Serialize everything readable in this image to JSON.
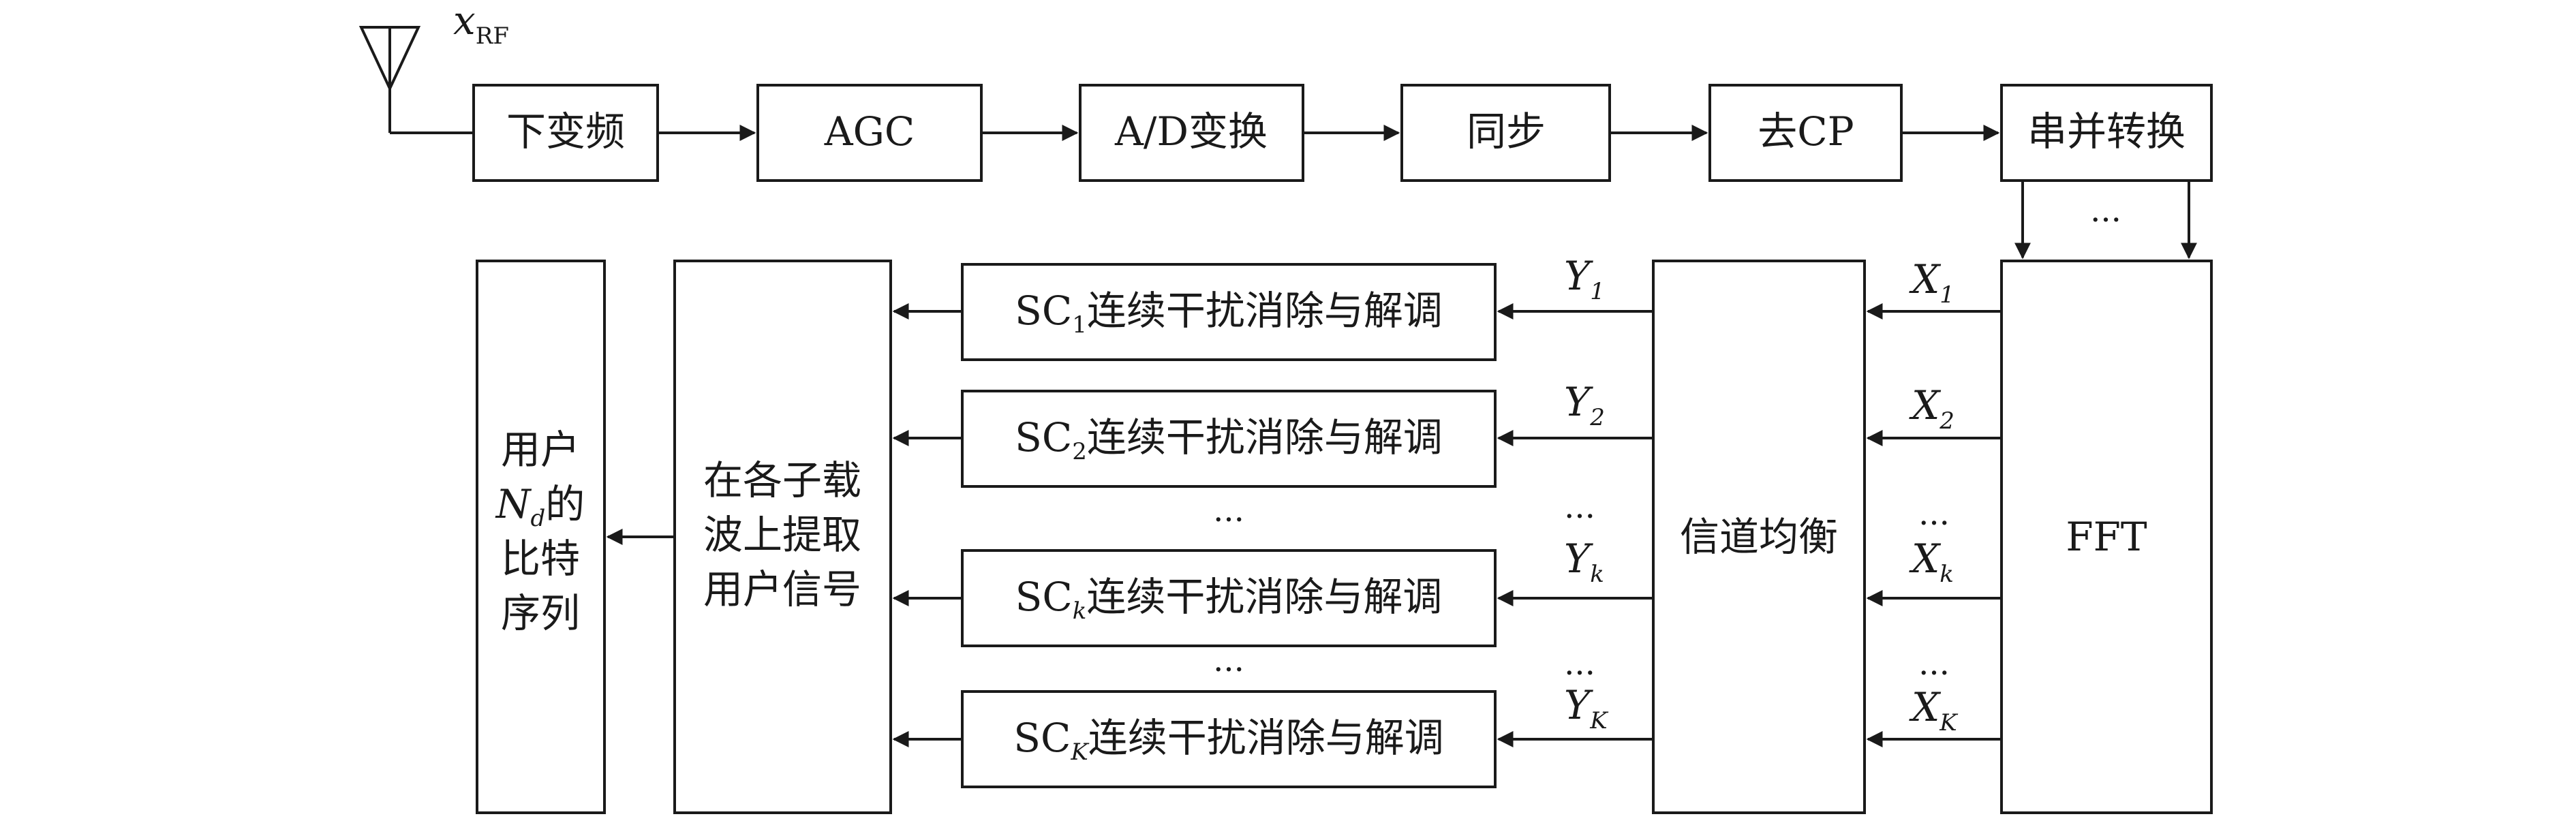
{
  "antenna": {
    "label_main": "x",
    "label_sub": "RF"
  },
  "chain": [
    "下变频",
    "AGC",
    "A/D变换",
    "同步",
    "去CP",
    "串并转换"
  ],
  "fft_label": "FFT",
  "equalizer_label": "信道均衡",
  "extract_label": [
    "在各子载",
    "波上提取",
    "用户信号"
  ],
  "output_label": {
    "line1": "用户",
    "line2_var": "N",
    "line2_sub": "d",
    "line2_tail": "的",
    "line3": "比特",
    "line4": "序列"
  },
  "sc_blocks": [
    {
      "prefix": "SC",
      "sub": "1",
      "suffix": "连续干扰消除与解调",
      "y_var": "Y",
      "y_sub": "1",
      "x_var": "X",
      "x_sub": "1"
    },
    {
      "prefix": "SC",
      "sub": "2",
      "suffix": "连续干扰消除与解调",
      "y_var": "Y",
      "y_sub": "2",
      "x_var": "X",
      "x_sub": "2"
    },
    {
      "prefix": "SC",
      "sub": "k",
      "suffix": "连续干扰消除与解调",
      "y_var": "Y",
      "y_sub": "k",
      "x_var": "X",
      "x_sub": "k"
    },
    {
      "prefix": "SC",
      "sub": "K",
      "suffix": "连续干扰消除与解调",
      "y_var": "Y",
      "y_sub": "K",
      "x_var": "X",
      "x_sub": "K"
    }
  ],
  "ellipsis": "..."
}
